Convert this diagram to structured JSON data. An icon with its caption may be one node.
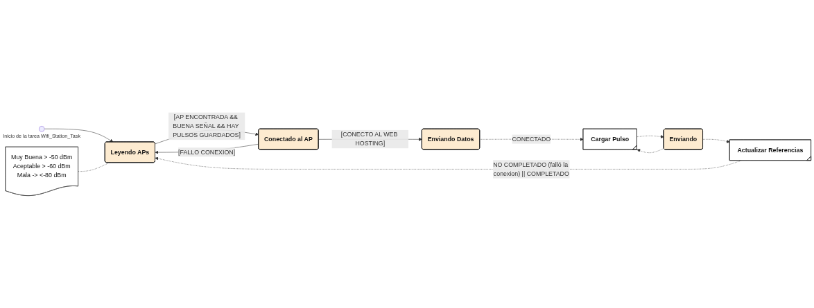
{
  "diagram": {
    "nodes": [
      {
        "text": [],
        "shape": "circle",
        "beside": [
          "Inicio de la tarea Wifi_Station_Task"
        ]
      },
      {
        "text": [
          "Leyendo APs"
        ]
      },
      {
        "text": [
          "Conectado al AP"
        ]
      },
      {
        "text": [
          "Enviando Datos"
        ]
      },
      {
        "text": [
          "Cargar Pulso"
        ]
      },
      {
        "text": [
          "Enviando"
        ]
      },
      {
        "text": [
          "Muy Buena > -50 dBm",
          "Aceptable   > -60 dBm",
          "Mala ->       <-80 dBm"
        ]
      },
      {
        "text": [
          "Actualizar Referencias"
        ]
      }
    ],
    "edges": [
      {
        "from": 0,
        "to": 1,
        "arrow": "to"
      },
      {
        "from": 1,
        "to": 2,
        "arrow": "to",
        "label": "[AP ENCONTRADA && BUENA SEÑAL && HAY PULSOS GUARDADOS]"
      },
      {
        "from": 2,
        "to": 1,
        "arrow": "to",
        "label": "[FALLO CONEXION]"
      },
      {
        "from": 2,
        "to": 3,
        "arrow": "to",
        "label": "[CONECTO AL WEB HOSTING]"
      },
      {
        "from": 3,
        "to": 4,
        "arrow": "to",
        "style": "dashed",
        "label": "CONECTADO"
      },
      {
        "from": 5,
        "to": 4,
        "arrow": "to",
        "style": "dashed"
      },
      {
        "from": 4,
        "to": 5,
        "arrow": "to",
        "style": "dashed"
      },
      {
        "from": 5,
        "to": 7,
        "arrow": "to",
        "style": "dashed"
      },
      {
        "from": 7,
        "to": 1,
        "arrow": "to",
        "style": "dashed",
        "label": "NO COMPLETADO (falló la conexion) || COMPLETADO"
      },
      {
        "from": 6,
        "to": 1,
        "arrow": "none",
        "style": "dashed"
      }
    ]
  }
}
